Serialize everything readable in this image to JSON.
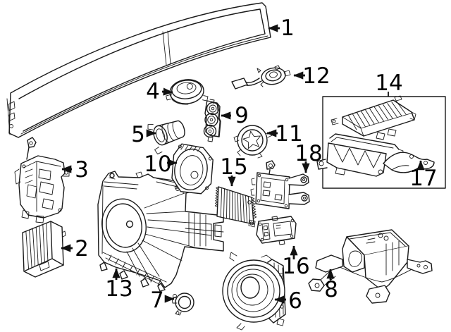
{
  "diagram": {
    "type": "exploded_parts_diagram",
    "background_color": "#ffffff",
    "line_color": "#1a1a1a",
    "label_color": "#000000",
    "callouts": [
      {
        "label": "1"
      },
      {
        "label": "2"
      },
      {
        "label": "3"
      },
      {
        "label": "4"
      },
      {
        "label": "5"
      },
      {
        "label": "6"
      },
      {
        "label": "7"
      },
      {
        "label": "8"
      },
      {
        "label": "9"
      },
      {
        "label": "10"
      },
      {
        "label": "11"
      },
      {
        "label": "12"
      },
      {
        "label": "13"
      },
      {
        "label": "14"
      },
      {
        "label": "15"
      },
      {
        "label": "16"
      },
      {
        "label": "17"
      },
      {
        "label": "18"
      }
    ],
    "boxed_group_labels": [
      "14",
      "17"
    ]
  }
}
